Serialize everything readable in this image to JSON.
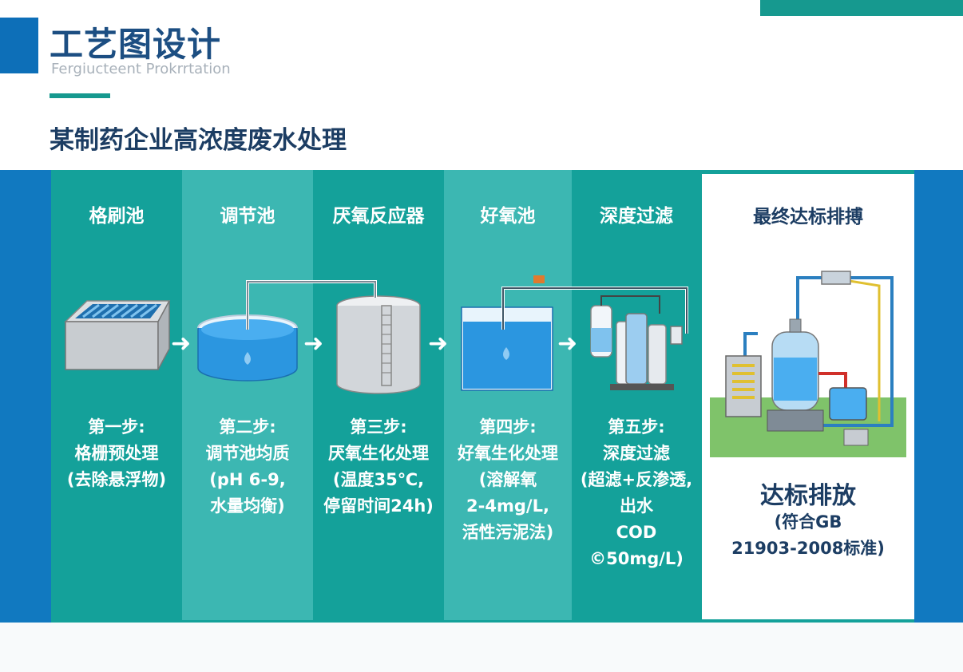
{
  "header": {
    "title": "工艺图设计",
    "subtitle_en": "Fergiucteent Prokrrtation",
    "heading": "某制药企业高浓度废水处理"
  },
  "steps": [
    {
      "name": "格刷池",
      "lines": [
        "第一步:",
        "格栅预处理",
        "(去除悬浮物)"
      ]
    },
    {
      "name": "调节池",
      "lines": [
        "第二步:",
        "调节池均质",
        "(pH 6-9,",
        "水量均衡)"
      ]
    },
    {
      "name": "厌氧反应器",
      "lines": [
        "第三步:",
        "厌氧生化处理",
        "(温度35℃,",
        "停留时间24h)"
      ]
    },
    {
      "name": "好氧池",
      "lines": [
        "第四步:",
        "好氧生化处理",
        "(溶解氧",
        "2-4mg/L,",
        "活性污泥法)"
      ]
    },
    {
      "name": "深度过滤",
      "lines": [
        "第五步:",
        "深度过滤",
        "(超滤+反渗透,",
        "出水",
        "COD",
        "©50mg/L)"
      ]
    }
  ],
  "final": {
    "title": "最终达标排搏",
    "main": "达标排放",
    "note_lines": [
      "(符合GB",
      "21903-2008标准)"
    ]
  },
  "arrow_glyph": "➜",
  "colors": {
    "teal": "#14a19a",
    "teal_light": "#3cb7b2",
    "blue_band": "#1179c0",
    "title_blue": "#1c4e82",
    "water": "#2b96e0"
  }
}
